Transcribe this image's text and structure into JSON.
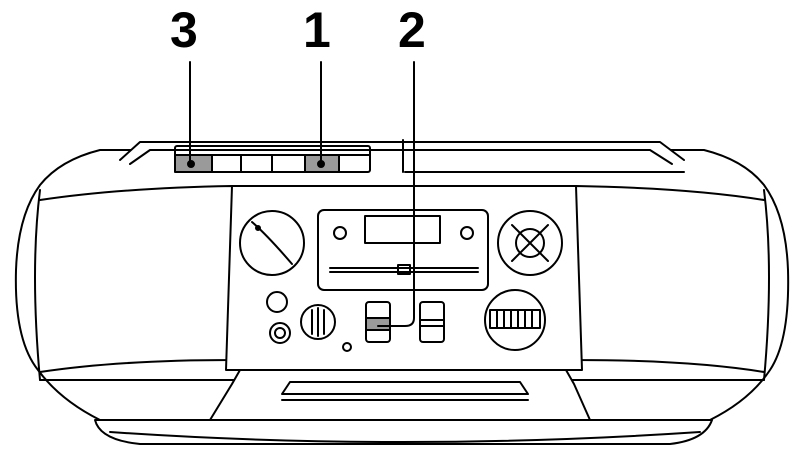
{
  "callouts": [
    {
      "label": "3",
      "target": "left-cassette-key"
    },
    {
      "label": "1",
      "target": "middle-cassette-key"
    },
    {
      "label": "2",
      "target": "function-switch"
    }
  ],
  "colors": {
    "line": "#000000",
    "key_fill": "#9a9a9a",
    "body_fill": "#ffffff"
  }
}
